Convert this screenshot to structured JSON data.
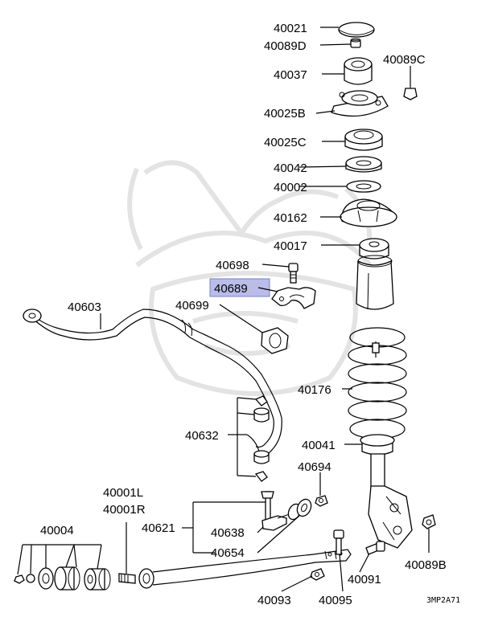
{
  "parts": {
    "p40021": "40021",
    "p40089D": "40089D",
    "p40037": "40037",
    "p40089C": "40089C",
    "p40025B": "40025B",
    "p40025C": "40025C",
    "p40042": "40042",
    "p40002": "40002",
    "p40162": "40162",
    "p40017": "40017",
    "p40698": "40698",
    "p40689": "40689",
    "p40603": "40603",
    "p40699": "40699",
    "p40176": "40176",
    "p40632": "40632",
    "p40041": "40041",
    "p40694": "40694",
    "p40001L": "40001L",
    "p40001R": "40001R",
    "p40004": "40004",
    "p40621": "40621",
    "p40638": "40638",
    "p40654": "40654",
    "p40089B": "40089B",
    "p40091": "40091",
    "p40093": "40093",
    "p40095": "40095"
  },
  "highlight": {
    "part": "40689",
    "color": "#b9bde8"
  },
  "diagram_code": "3MP2A71"
}
